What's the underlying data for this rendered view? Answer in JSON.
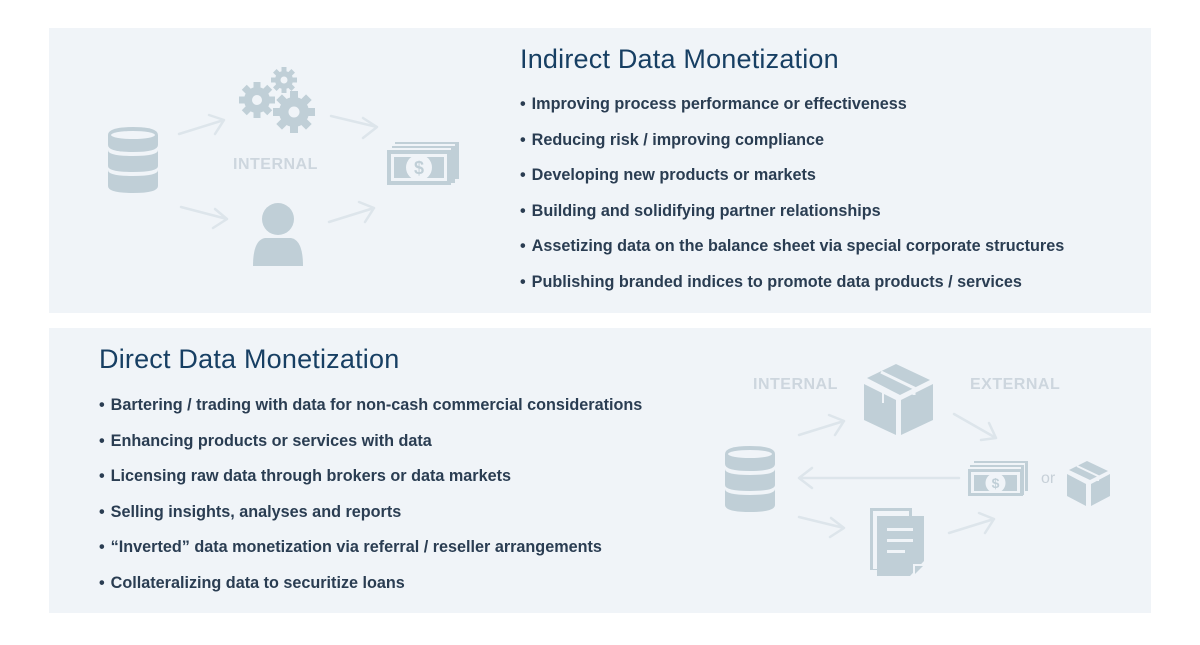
{
  "indirect": {
    "title": "Indirect Data Monetization",
    "diagram": {
      "label": "INTERNAL",
      "icons": [
        "database-icon",
        "gears-icon",
        "person-icon",
        "money-stack-icon"
      ]
    },
    "bullets": [
      "Improving process performance or effectiveness",
      "Reducing risk / improving compliance",
      "Developing new products or markets",
      "Building and solidifying partner relationships",
      "Assetizing data on the balance sheet via special corporate structures",
      "Publishing branded indices to promote data products / services"
    ]
  },
  "direct": {
    "title": "Direct Data Monetization",
    "diagram": {
      "label_internal": "INTERNAL",
      "label_external": "EXTERNAL",
      "or_text": "or",
      "icons": [
        "database-icon",
        "package-box-icon",
        "documents-icon",
        "money-stack-icon",
        "small-package-icon"
      ]
    },
    "bullets": [
      "Bartering / trading with data for non-cash commercial considerations",
      "Enhancing products or services with data",
      "Licensing raw data through brokers or data markets",
      "Selling insights, analyses and reports",
      "“Inverted” data monetization via referral / reseller arrangements",
      "Collateralizing data to securitize loans"
    ]
  },
  "colors": {
    "panel_bg": "#f0f4f8",
    "title": "#173f63",
    "bullet_text": "#2a3d52",
    "icon": "#c0cfd7",
    "arrow": "#dde5eb",
    "label": "#cdd6de"
  }
}
